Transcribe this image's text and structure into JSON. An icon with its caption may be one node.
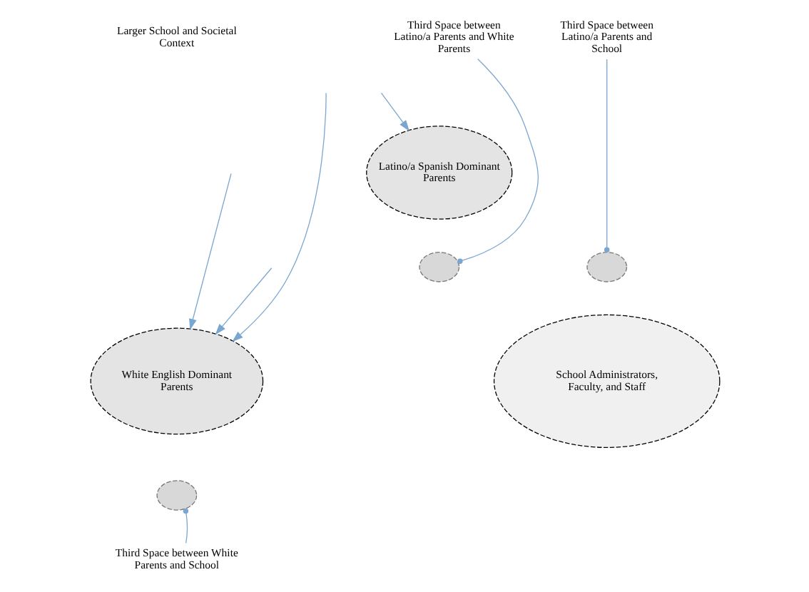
{
  "diagram": {
    "nodes": [
      {
        "text": [
          "Larger School and Societal Context"
        ]
      },
      {
        "text": [
          "Third Space between Latino/a Parents and White Parents"
        ]
      },
      {
        "text": [
          "Latino/a Spanish Dominant Parents"
        ]
      },
      {
        "text": [
          "Third Space between Latino/a Parents and School"
        ]
      },
      {
        "text": [
          "White English Dominant Parents"
        ]
      },
      {
        "text": [
          "School Administrators, Faculty, and Staff"
        ]
      },
      {
        "text": [
          "Third Space between White Parents and School"
        ]
      },
      {
        "text": [],
        "shape": "ellipse"
      },
      {
        "text": [],
        "shape": "ellipse"
      },
      {
        "text": [],
        "shape": "ellipse"
      }
    ],
    "edges": [
      {
        "from": null,
        "to": 4,
        "arrow": "to"
      },
      {
        "from": null,
        "to": 4,
        "arrow": "to"
      },
      {
        "from": null,
        "to": 4,
        "arrow": "to"
      },
      {
        "from": null,
        "to": 2,
        "arrow": "to"
      },
      {
        "from": 1,
        "to": 7,
        "arrow": "other"
      },
      {
        "from": 3,
        "to": 8,
        "arrow": "other"
      },
      {
        "from": 6,
        "to": 9,
        "arrow": "other"
      }
    ]
  }
}
